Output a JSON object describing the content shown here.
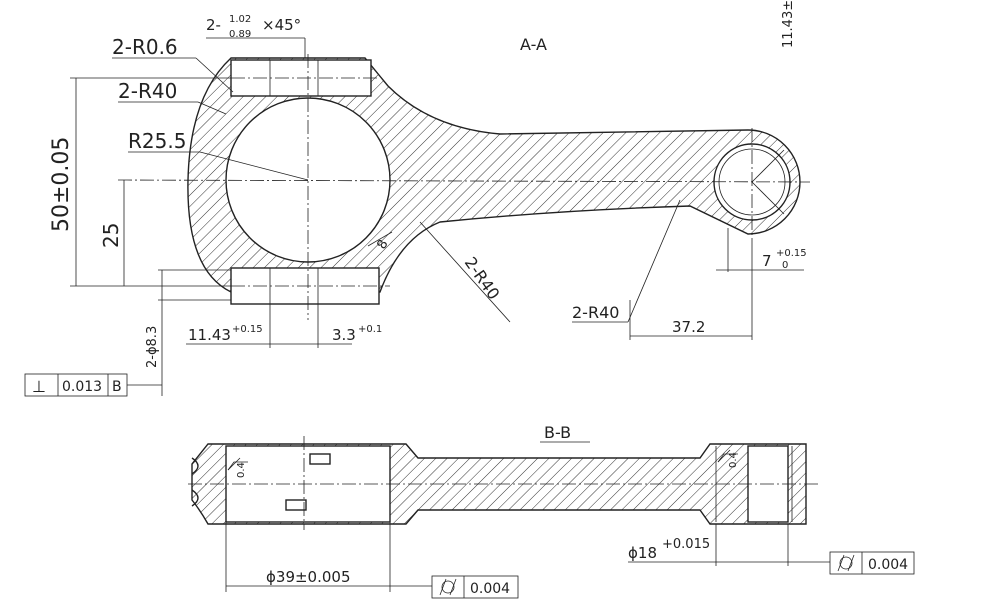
{
  "section_aa": {
    "title": "A-A",
    "chamfer": {
      "prefix": "2-",
      "upper": "1.02",
      "lower": "0.89",
      "angle": "×45°"
    },
    "r06": "2-R0.6",
    "r40_top": "2-R40",
    "r255": "R25.5",
    "dim_50": "50±0.05",
    "dim_25": "25",
    "dim_8": "8",
    "r40_diag": "2-R40",
    "r40_low": "2-R40",
    "dim_372": "37.2",
    "dim_7": {
      "base": "7",
      "upper": "+0.15",
      "lower": "0"
    },
    "dim_1143": {
      "base": "11.43",
      "tol": "+0.15"
    },
    "dim_33": {
      "base": "3.3",
      "tol": "+0.1"
    },
    "dim_phi83": "2-ϕ8.3",
    "edge_1143": "11.43±",
    "perp_frame": {
      "symbol": "⊥",
      "value": "0.013",
      "datum": "B"
    }
  },
  "section_bb": {
    "title": "B-B",
    "rough_left": "0.4",
    "rough_right": "0.4",
    "dim_39": "ϕ39±0.005",
    "dim_18": {
      "base": "ϕ18",
      "tol": "+0.015"
    },
    "cyl_left": {
      "value": "0.004"
    },
    "cyl_right": {
      "value": "0.004"
    }
  }
}
